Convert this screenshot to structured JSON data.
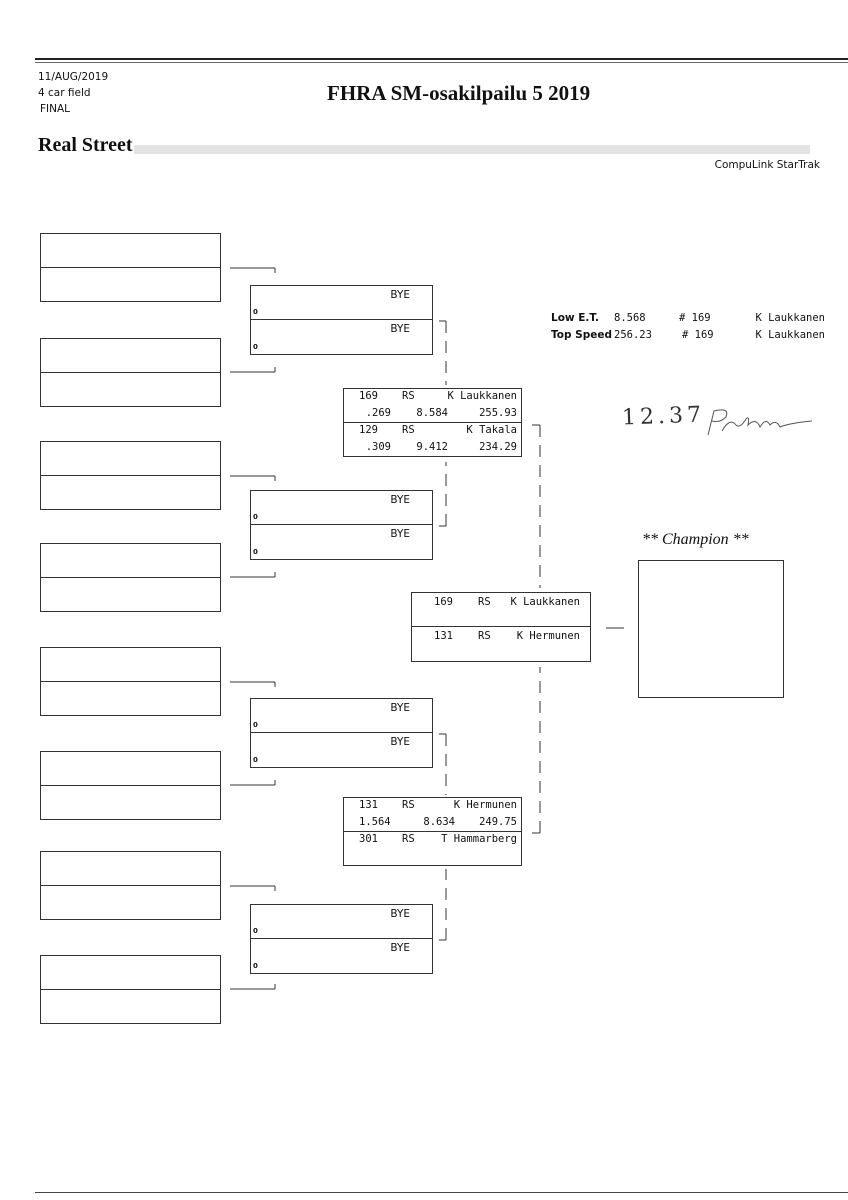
{
  "header": {
    "date": "11/AUG/2019",
    "field": "4 car field",
    "round": "FINAL",
    "title": "FHRA SM-osakilpailu 5  2019",
    "class_name": "Real Street",
    "software": "CompuLink StarTrak"
  },
  "records": {
    "low_et": {
      "label": "Low  E.T.",
      "value": "8.568",
      "car": "# 169",
      "driver": "K Laukkanen"
    },
    "top_speed": {
      "label": "Top Speed",
      "value": "256.23",
      "car": "# 169",
      "driver": "K Laukkanen"
    }
  },
  "handwritten_note": {
    "time": "12.37",
    "signature": "initials"
  },
  "round2": {
    "bye_label": "BYE",
    "lane_value": "0"
  },
  "semifinal_1": {
    "top": {
      "car": "169",
      "class": "RS",
      "driver": "K Laukkanen",
      "rt": ".269",
      "et": "8.584",
      "mph": "255.93"
    },
    "bottom": {
      "car": "129",
      "class": "RS",
      "driver": "K Takala",
      "rt": ".309",
      "et": "9.412",
      "mph": "234.29"
    }
  },
  "semifinal_2": {
    "top": {
      "car": "131",
      "class": "RS",
      "driver": "K Hermunen",
      "rt": "1.564",
      "et": "8.634",
      "mph": "249.75"
    },
    "bottom": {
      "car": "301",
      "class": "RS",
      "driver": "T Hammarberg"
    }
  },
  "final": {
    "top": {
      "car": "169",
      "class": "RS",
      "driver": "K Laukkanen"
    },
    "bottom": {
      "car": "131",
      "class": "RS",
      "driver": "K Hermunen"
    }
  },
  "champion": {
    "label": "** Champion **"
  }
}
